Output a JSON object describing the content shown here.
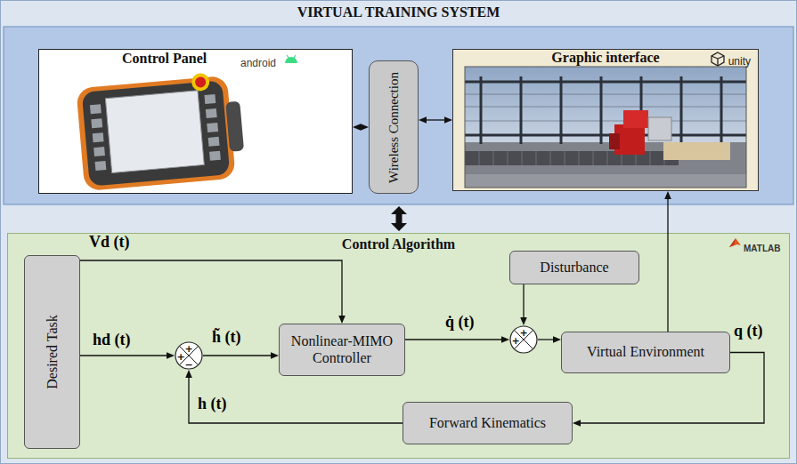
{
  "diagram": {
    "nodes": [
      {
        "text": [
          "VIRTUAL TRAINING SYSTEM"
        ]
      },
      {
        "text": [
          "Control Panel",
          "android"
        ],
        "in": 0
      },
      {
        "text": [
          "Wireless Connection"
        ],
        "in": 0
      },
      {
        "text": [
          "Graphic interface",
          "unity"
        ],
        "in": 0
      },
      {
        "text": [
          "Control Algorithm",
          "MATLAB"
        ],
        "in": 0
      },
      {
        "text": [
          "Desired Task"
        ],
        "in": 4
      },
      {
        "text": [
          "+",
          "+",
          "−"
        ],
        "in": 4
      },
      {
        "text": [
          "Nonlinear-MIMO Controller"
        ],
        "in": 4
      },
      {
        "text": [
          "Disturbance"
        ],
        "in": 4
      },
      {
        "text": [
          "+",
          "+"
        ],
        "in": 4
      },
      {
        "text": [
          "Virtual Environment"
        ],
        "in": 4
      },
      {
        "text": [
          "Forward Kinematics"
        ],
        "in": 4
      }
    ],
    "edges": [
      {
        "from": 1,
        "to": 2,
        "arrow": "both"
      },
      {
        "from": 2,
        "to": 3,
        "arrow": "both"
      },
      {
        "from": 5,
        "to": 7,
        "label": "Vd (t)",
        "arrow": "to"
      },
      {
        "from": 5,
        "to": 6,
        "label": "hd (t)",
        "arrow": "to"
      },
      {
        "from": 6,
        "to": 7,
        "label": "h̃ (t)",
        "arrow": "to"
      },
      {
        "from": 7,
        "to": 9,
        "label": "q̇ (t)",
        "arrow": "to"
      },
      {
        "from": 8,
        "to": 9,
        "arrow": "to"
      },
      {
        "from": 9,
        "to": 10,
        "arrow": "to"
      },
      {
        "from": 10,
        "to": 11,
        "label": "q (t)",
        "arrow": "to"
      },
      {
        "from": 11,
        "to": 6,
        "label": "h (t)",
        "arrow": "to"
      },
      {
        "from": 10,
        "to": 3,
        "arrow": "to"
      }
    ]
  }
}
